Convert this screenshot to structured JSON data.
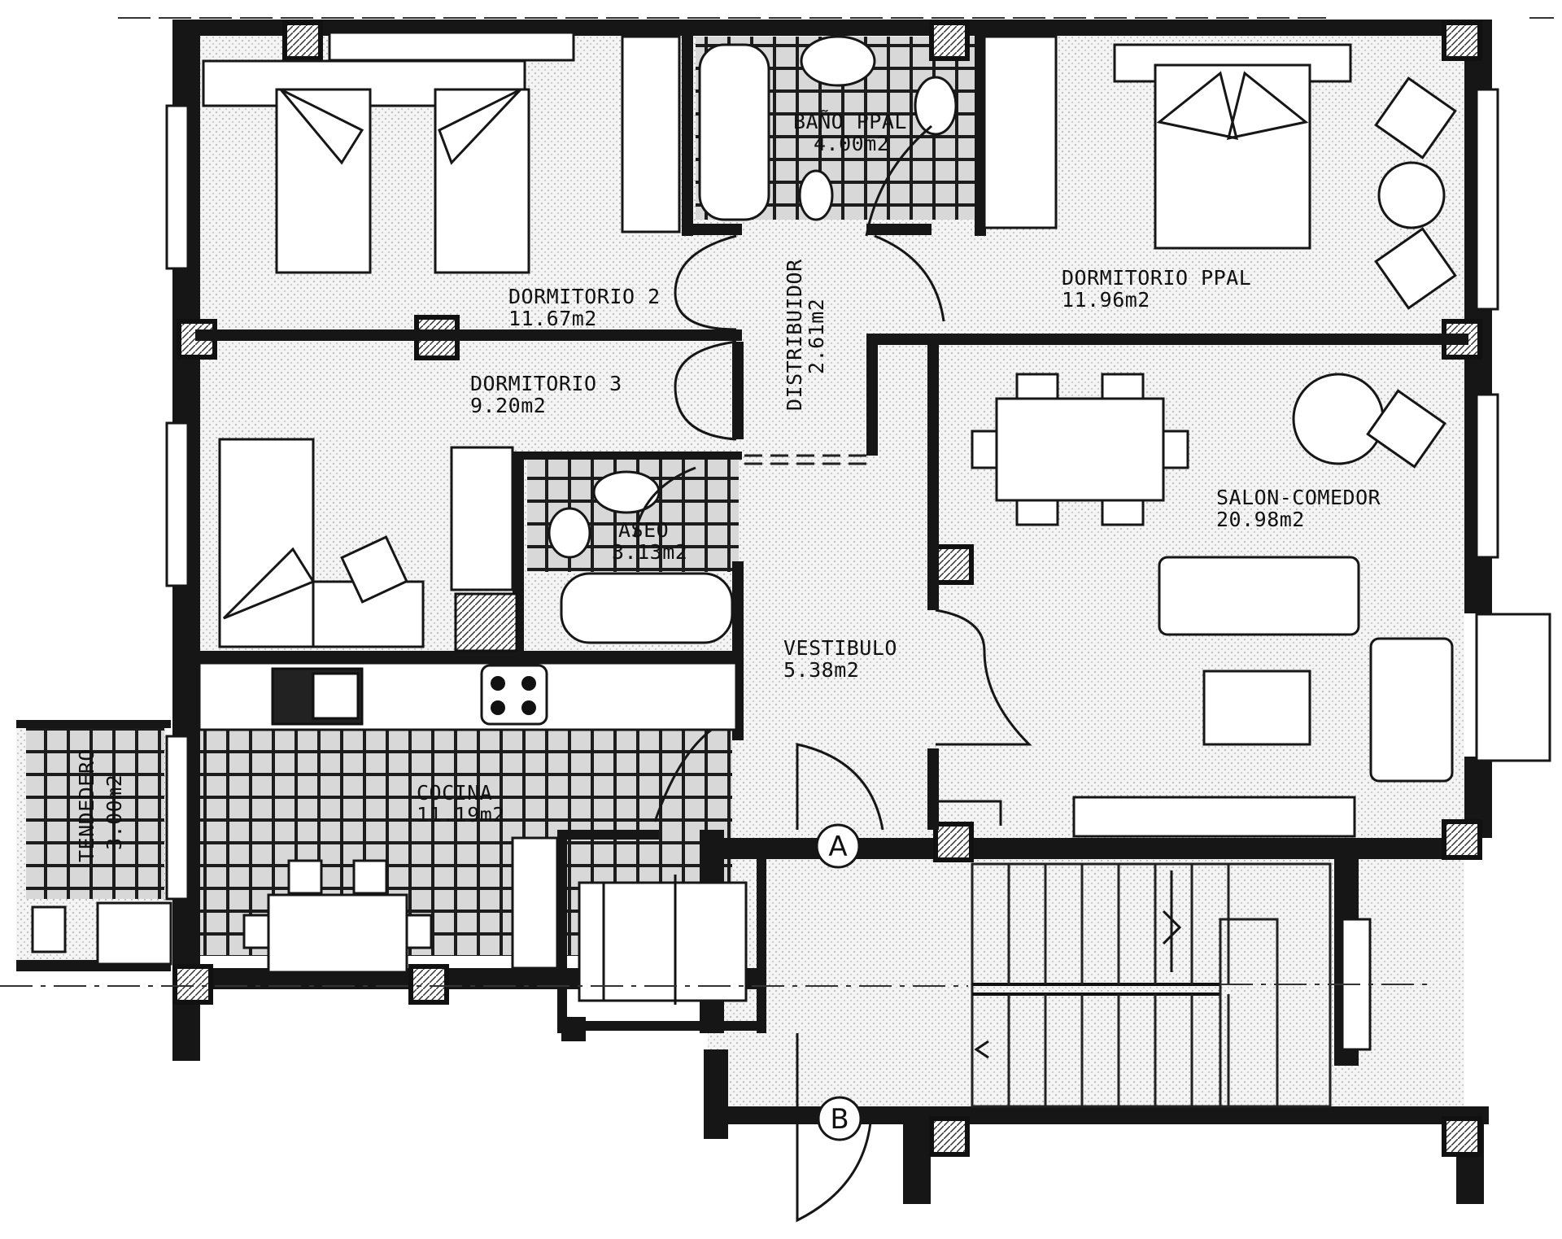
{
  "rooms": [
    {
      "name": "DORMITORIO 2",
      "area": "11.67m2"
    },
    {
      "name": "BAÑO PPAL",
      "area": "4.00m2"
    },
    {
      "name": "DORMITORIO PPAL",
      "area": "11.96m2"
    },
    {
      "name": "DISTRIBUIDOR",
      "area": "2.61m2"
    },
    {
      "name": "DORMITORIO 3",
      "area": "9.20m2"
    },
    {
      "name": "ASEO",
      "area": "3.13m2"
    },
    {
      "name": "SALON-COMEDOR",
      "area": "20.98m2"
    },
    {
      "name": "VESTIBULO",
      "area": "5.38m2"
    },
    {
      "name": "COCINA",
      "area": "11.19m2"
    },
    {
      "name": "TENDEDERO",
      "area": "3.00m2"
    }
  ],
  "markers": {
    "a": "A",
    "b": "B"
  }
}
